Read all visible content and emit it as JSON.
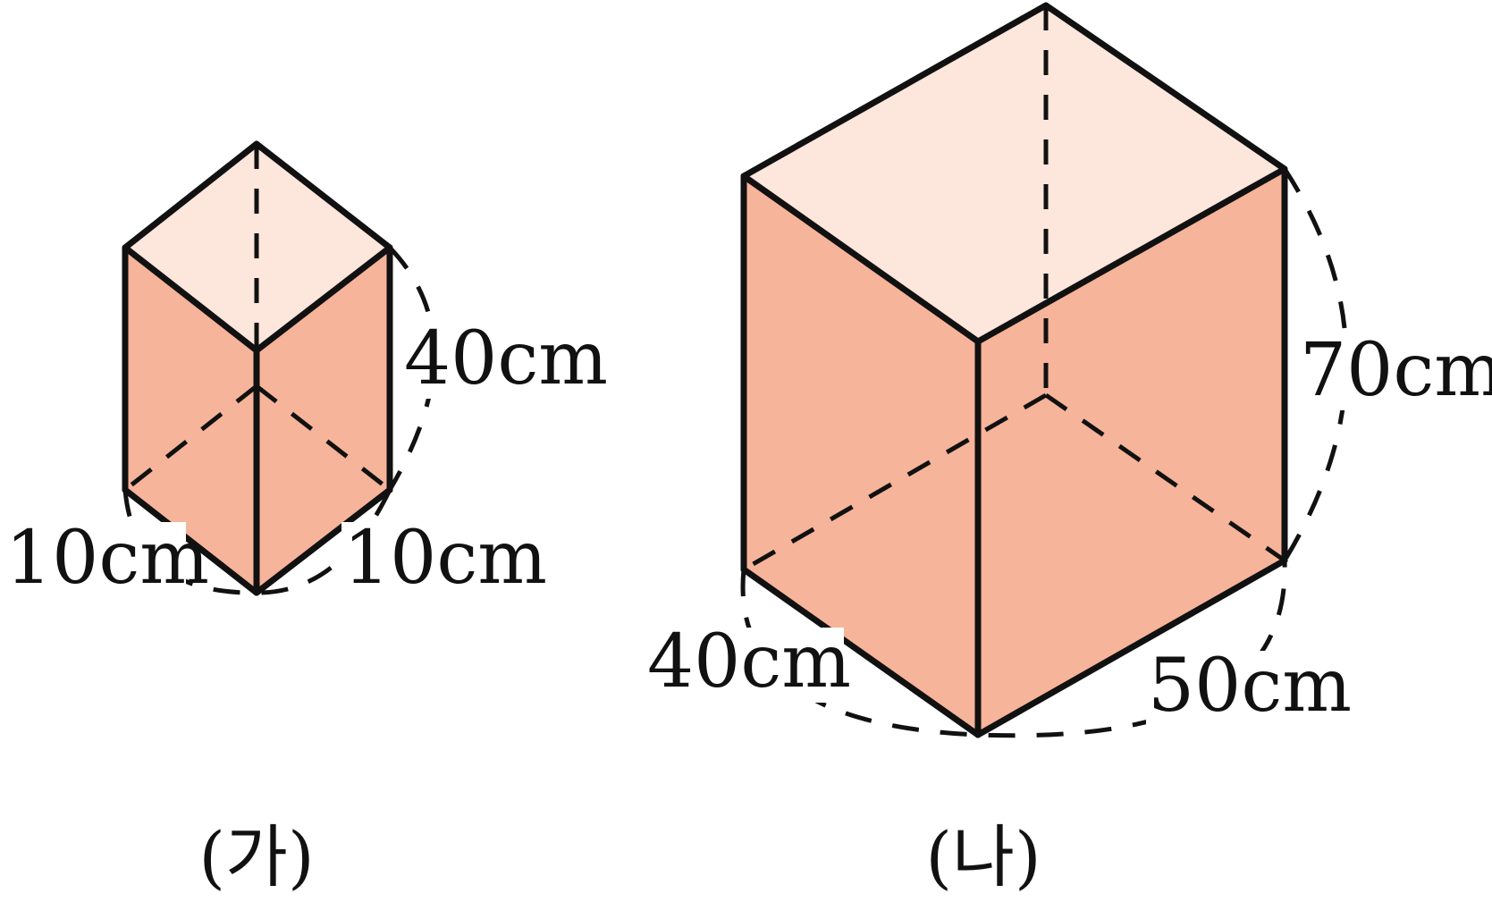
{
  "colors": {
    "top_face": "#fde6dc",
    "side_face": "#f6b49a",
    "edge": "#111111"
  },
  "figures": [
    {
      "caption": "(가)",
      "height_label": "40cm",
      "left_base_label": "10cm",
      "right_base_label": "10cm"
    },
    {
      "caption": "(나)",
      "height_label": "70cm",
      "left_base_label": "40cm",
      "right_base_label": "50cm"
    }
  ]
}
